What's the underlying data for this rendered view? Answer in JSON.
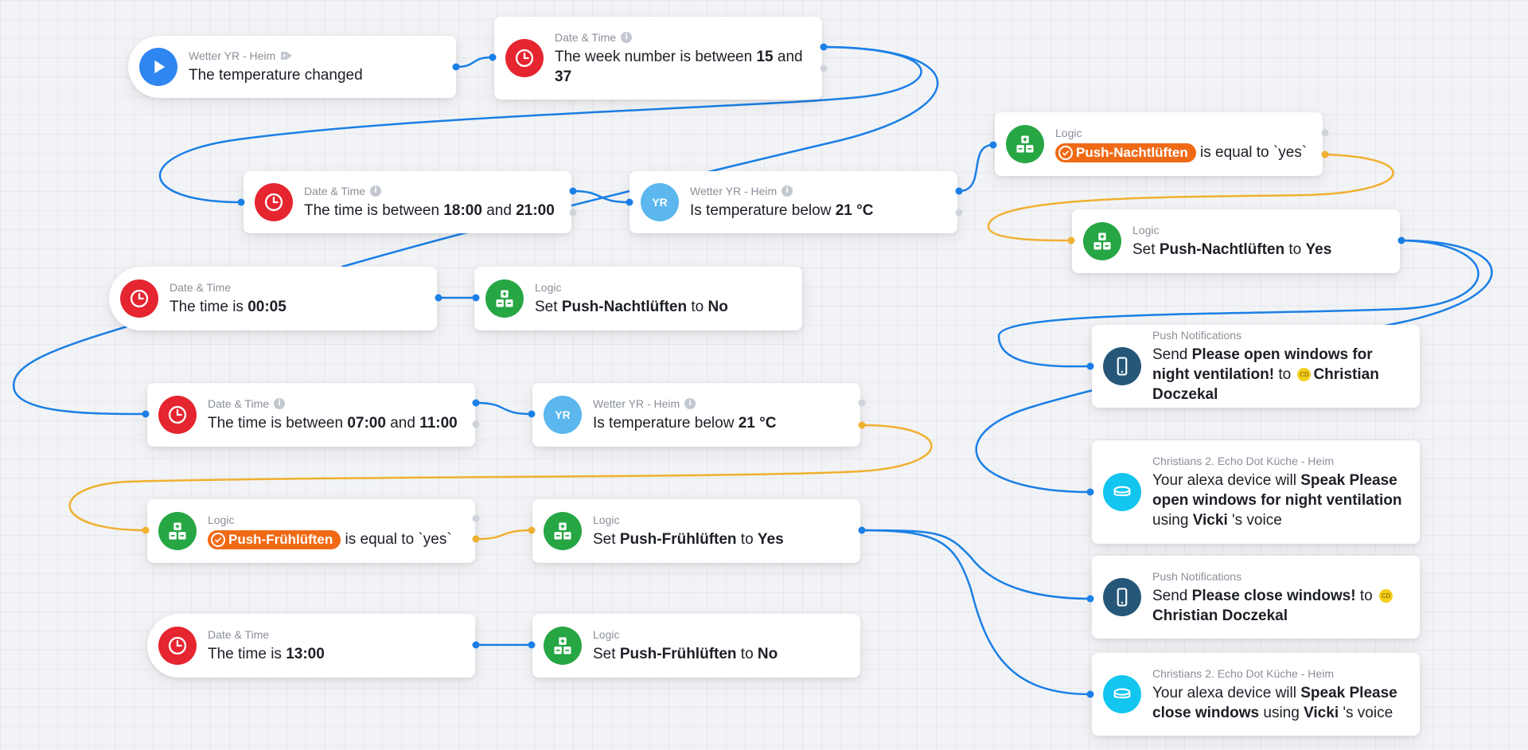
{
  "colors": {
    "blue": "#1a7fe6",
    "yellow": "#f0b030",
    "grey": "#cfd3da",
    "red": "#e5252f",
    "green": "#27a644",
    "weather": "#5bb7ee",
    "phone": "#265778",
    "alexa": "#12c6ef",
    "play": "#2f86f0",
    "orange": "#f06a16"
  },
  "cards": {
    "trigger": {
      "category": "Wetter YR - Heim",
      "icon": "play-icon",
      "text": "The temperature changed"
    },
    "week": {
      "category": "Date & Time",
      "icon": "clock-icon",
      "text": "The week number is between ",
      "b1": "15",
      "mid": " and ",
      "b2": "37"
    },
    "dt_1821": {
      "category": "Date & Time",
      "icon": "clock-icon",
      "text": "The time is between ",
      "b1": "18:00",
      "mid": " and ",
      "b2": "21:00"
    },
    "temp_1": {
      "category": "Wetter YR - Heim",
      "icon": "yr-icon",
      "text": "Is temperature below ",
      "b1": "21 °C"
    },
    "logic_eq_nacht": {
      "category": "Logic",
      "icon": "logic-icon",
      "pill": "Push-Nachtlüften",
      "rest": " is equal to `yes`"
    },
    "set_nacht_yes": {
      "category": "Logic",
      "icon": "logic-icon",
      "pre": "Set ",
      "b1": "Push-Nachtlüften",
      "mid": " to ",
      "b2": "Yes"
    },
    "dt_0005": {
      "category": "Date & Time",
      "icon": "clock-icon",
      "text": "The time is ",
      "b1": "00:05"
    },
    "set_nacht_no": {
      "category": "Logic",
      "icon": "logic-icon",
      "pre": "Set ",
      "b1": "Push-Nachtlüften",
      "mid": " to ",
      "b2": "No"
    },
    "push_open": {
      "category": "Push Notifications",
      "icon": "phone-icon",
      "pre": "Send ",
      "b1": "Please open windows for night ventilation!",
      "mid": " to ",
      "avatar": "CD",
      "b2": "Christian Doczekal"
    },
    "dt_0711": {
      "category": "Date & Time",
      "icon": "clock-icon",
      "text": "The time is between ",
      "b1": "07:00",
      "mid": " and ",
      "b2": "11:00"
    },
    "temp_2": {
      "category": "Wetter YR - Heim",
      "icon": "yr-icon",
      "text": "Is temperature below ",
      "b1": "21 °C"
    },
    "alexa_open": {
      "category": "Christians 2. Echo Dot Küche - Heim",
      "icon": "echo-icon",
      "pre": "Your alexa device will ",
      "b1": "Speak",
      "mid": " ",
      "b2": "Please open windows for night ventilation",
      "mid2": " using ",
      "b3": "Vicki",
      "post": " 's voice"
    },
    "logic_eq_frueh": {
      "category": "Logic",
      "icon": "logic-icon",
      "pill": "Push-Frühlüften",
      "rest": " is equal to `yes`"
    },
    "set_frueh_yes": {
      "category": "Logic",
      "icon": "logic-icon",
      "pre": "Set ",
      "b1": "Push-Frühlüften",
      "mid": " to ",
      "b2": "Yes"
    },
    "push_close": {
      "category": "Push Notifications",
      "icon": "phone-icon",
      "pre": "Send ",
      "b1": "Please close windows!",
      "mid": " to ",
      "avatar": "CD",
      "b2": "Christian Doczekal"
    },
    "dt_1300": {
      "category": "Date & Time",
      "icon": "clock-icon",
      "text": "The time is ",
      "b1": "13:00"
    },
    "set_frueh_no": {
      "category": "Logic",
      "icon": "logic-icon",
      "pre": "Set ",
      "b1": "Push-Frühlüften",
      "mid": " to ",
      "b2": "No"
    },
    "alexa_close": {
      "category": "Christians 2. Echo Dot Küche - Heim",
      "icon": "echo-icon",
      "pre": "Your alexa device will ",
      "b1": "Speak",
      "mid": " ",
      "b2": "Please close windows",
      "mid2": " using ",
      "b3": "Vicki",
      "post": " 's voice"
    }
  }
}
